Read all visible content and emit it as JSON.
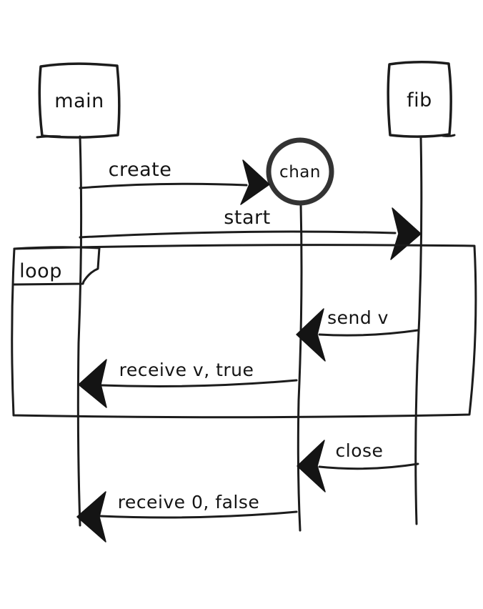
{
  "diagram": {
    "kind": "hand-drawn sequence diagram",
    "colors": {
      "ink": "#1c1c1c",
      "chan_circle_stroke": "#333333",
      "background": "#ffffff"
    },
    "participants": {
      "main": {
        "label": "main",
        "shape": "rectangle"
      },
      "chan": {
        "label": "chan",
        "shape": "circle"
      },
      "fib": {
        "label": "fib",
        "shape": "rectangle"
      }
    },
    "fragment": {
      "label": "loop"
    },
    "messages": {
      "create": {
        "label": "create",
        "from": "main",
        "to": "chan"
      },
      "start": {
        "label": "start",
        "from": "main",
        "to": "fib"
      },
      "send": {
        "label": "send v",
        "from": "fib",
        "to": "chan",
        "in_fragment": true
      },
      "receive_v": {
        "label": "receive v, true",
        "from": "chan",
        "to": "main",
        "in_fragment": true
      },
      "close": {
        "label": "close",
        "from": "fib",
        "to": "chan"
      },
      "receive_zero": {
        "label": "receive 0, false",
        "from": "chan",
        "to": "main"
      }
    }
  }
}
